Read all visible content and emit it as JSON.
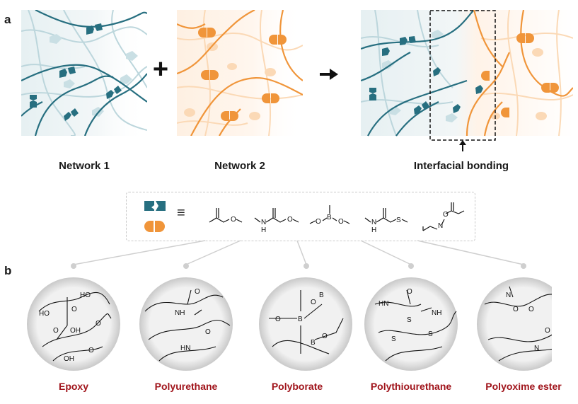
{
  "panel_labels": {
    "a": "a",
    "b": "b"
  },
  "network1_label": "Network 1",
  "network2_label": "Network 2",
  "interfacial_label": "Interfacial bonding",
  "plus_symbol": "+",
  "equiv_symbol": "≡",
  "colors": {
    "teal": "#276f80",
    "teal_light": "#c9dfe4",
    "orange": "#f0953a",
    "orange_light": "#fbd9b6",
    "red_label": "#a0141b"
  },
  "bond_atoms": {
    "carbamate": {
      "n": "N",
      "h": "H"
    },
    "borate": {
      "b": "B"
    },
    "thio": {
      "n": "N",
      "h": "H",
      "s": "S"
    },
    "oxime": {
      "n": "N",
      "o": "O"
    },
    "ester_o": "O"
  },
  "circles": {
    "epoxy": {
      "ho1": "HO",
      "ho2": "HO",
      "oh1": "OH",
      "oh2": "OH",
      "o": "O"
    },
    "polyurethane": {
      "nh": "NH",
      "hn": "HN",
      "o": "O"
    },
    "polyborate": {
      "b": "B",
      "o": "O"
    },
    "polythiourethane": {
      "hn": "HN",
      "nh": "NH",
      "s": "S",
      "o": "O"
    },
    "polyoxime": {
      "n": "N",
      "o": "O"
    }
  },
  "polymers": [
    "Epoxy",
    "Polyurethane",
    "Polyborate",
    "Polythiourethane",
    "Polyoxime ester"
  ]
}
